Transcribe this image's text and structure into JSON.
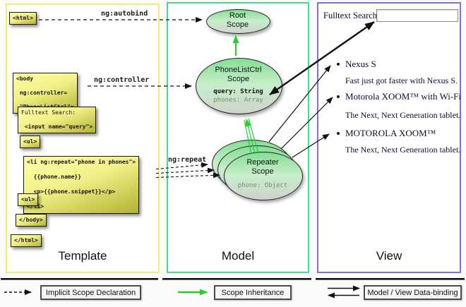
{
  "panels": {
    "template": {
      "title": "Template"
    },
    "model": {
      "title": "Model"
    },
    "view": {
      "title": "View"
    }
  },
  "edge_labels": {
    "autobind": "ng:autobind",
    "controller": "ng:controller",
    "repeat": "ng:repeat"
  },
  "template_code": {
    "html_open": "<html>",
    "body_open_1": "<body",
    "body_open_2": " ng:controller=",
    "body_open_3": " \"PhoneListCtrl\">",
    "fulltext_label": "Fulltext Search:",
    "fulltext_input": " <input name=\"query\">",
    "ul_open": "<ul>",
    "li_1": "<li ng:repeat=\"phone in phones\">",
    "li_2": "  {{phone.name}}",
    "li_3": "  <p>{{phone.snippet}}</p>",
    "li_4": "</li>",
    "ul_close": "<ul>",
    "body_close": "</body>",
    "html_close": "</html>"
  },
  "model": {
    "root_scope": {
      "line1": "Root",
      "line2": "Scope"
    },
    "phonelist_scope": {
      "line1": "PhoneListCtrl",
      "line2": "Scope",
      "prop_query": "query: String",
      "prop_phones": "phones: Array"
    },
    "repeater_scope": {
      "line1": "Repeater",
      "line2": "Scope",
      "prop_phone": "phone: Object"
    }
  },
  "view": {
    "search_label": "Fulltext Search:",
    "search_value": "",
    "items": [
      {
        "title": "Nexus S",
        "desc": "Fast just got faster with Nexus S."
      },
      {
        "title": "Motorola XOOM™  with Wi-Fi",
        "desc": "The Next, Next Generation tablet."
      },
      {
        "title": "MOTOROLA XOOM™",
        "desc": "The Next, Next Generation tablet."
      }
    ]
  },
  "legend": {
    "implicit": "Implicit Scope Declaration",
    "inheritance": "Scope Inheritance",
    "binding": "Model / View Data-binding"
  },
  "colors": {
    "template_border": "#f0ee70",
    "model_border": "#3fe18c",
    "view_border": "#7e6ef0",
    "code_box_top": "#ffffa6",
    "code_box_bottom": "#b3b232",
    "scope_fill_top": "#85dd95",
    "scope_fill_bottom": "#cfd3cc",
    "inheritance_green": "#1ed32e",
    "arrow_black": "#111111"
  }
}
